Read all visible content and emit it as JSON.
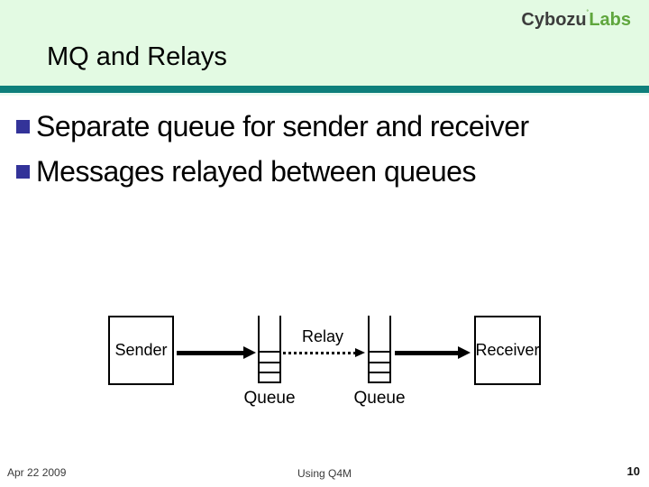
{
  "logo": {
    "brand": "Cybozu",
    "mark": "˚",
    "suffix": "Labs"
  },
  "header": {
    "title": "MQ and Relays"
  },
  "bullets": [
    {
      "label": "Separate queue for sender and receiver"
    },
    {
      "label": "Messages relayed between queues"
    }
  ],
  "diagram": {
    "sender": "Sender",
    "receiver": "Receiver",
    "relay": "Relay",
    "queue_left": "Queue",
    "queue_right": "Queue"
  },
  "footer": {
    "date": "Apr 22 2009",
    "doc_title": "Using Q4M",
    "page_number": "10"
  },
  "colors": {
    "header_bg": "#e3fae3",
    "divider_teal": "#0e7f7b",
    "bullet_navy": "#333399",
    "logo_green": "#5fa63d",
    "logo_gray": "#3c3c3c",
    "diagram_line": "#000000"
  }
}
